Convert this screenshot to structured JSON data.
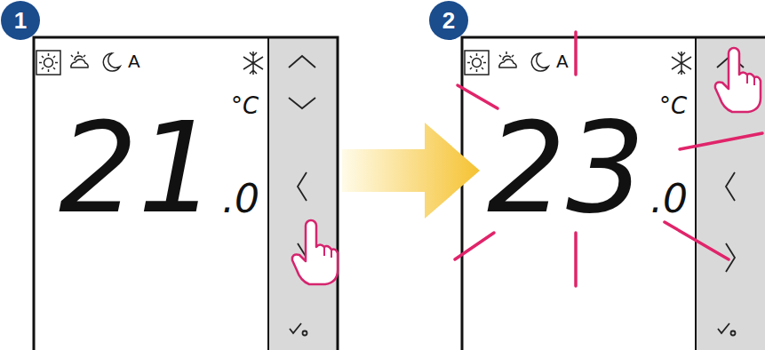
{
  "diagram": {
    "nodes": [
      {
        "text": [
          "1"
        ]
      },
      {
        "text": [
          "2"
        ]
      }
    ],
    "labels": [
      "A",
      "°C",
      "21",
      ".0",
      "A",
      "°C",
      "23",
      ".0"
    ]
  }
}
